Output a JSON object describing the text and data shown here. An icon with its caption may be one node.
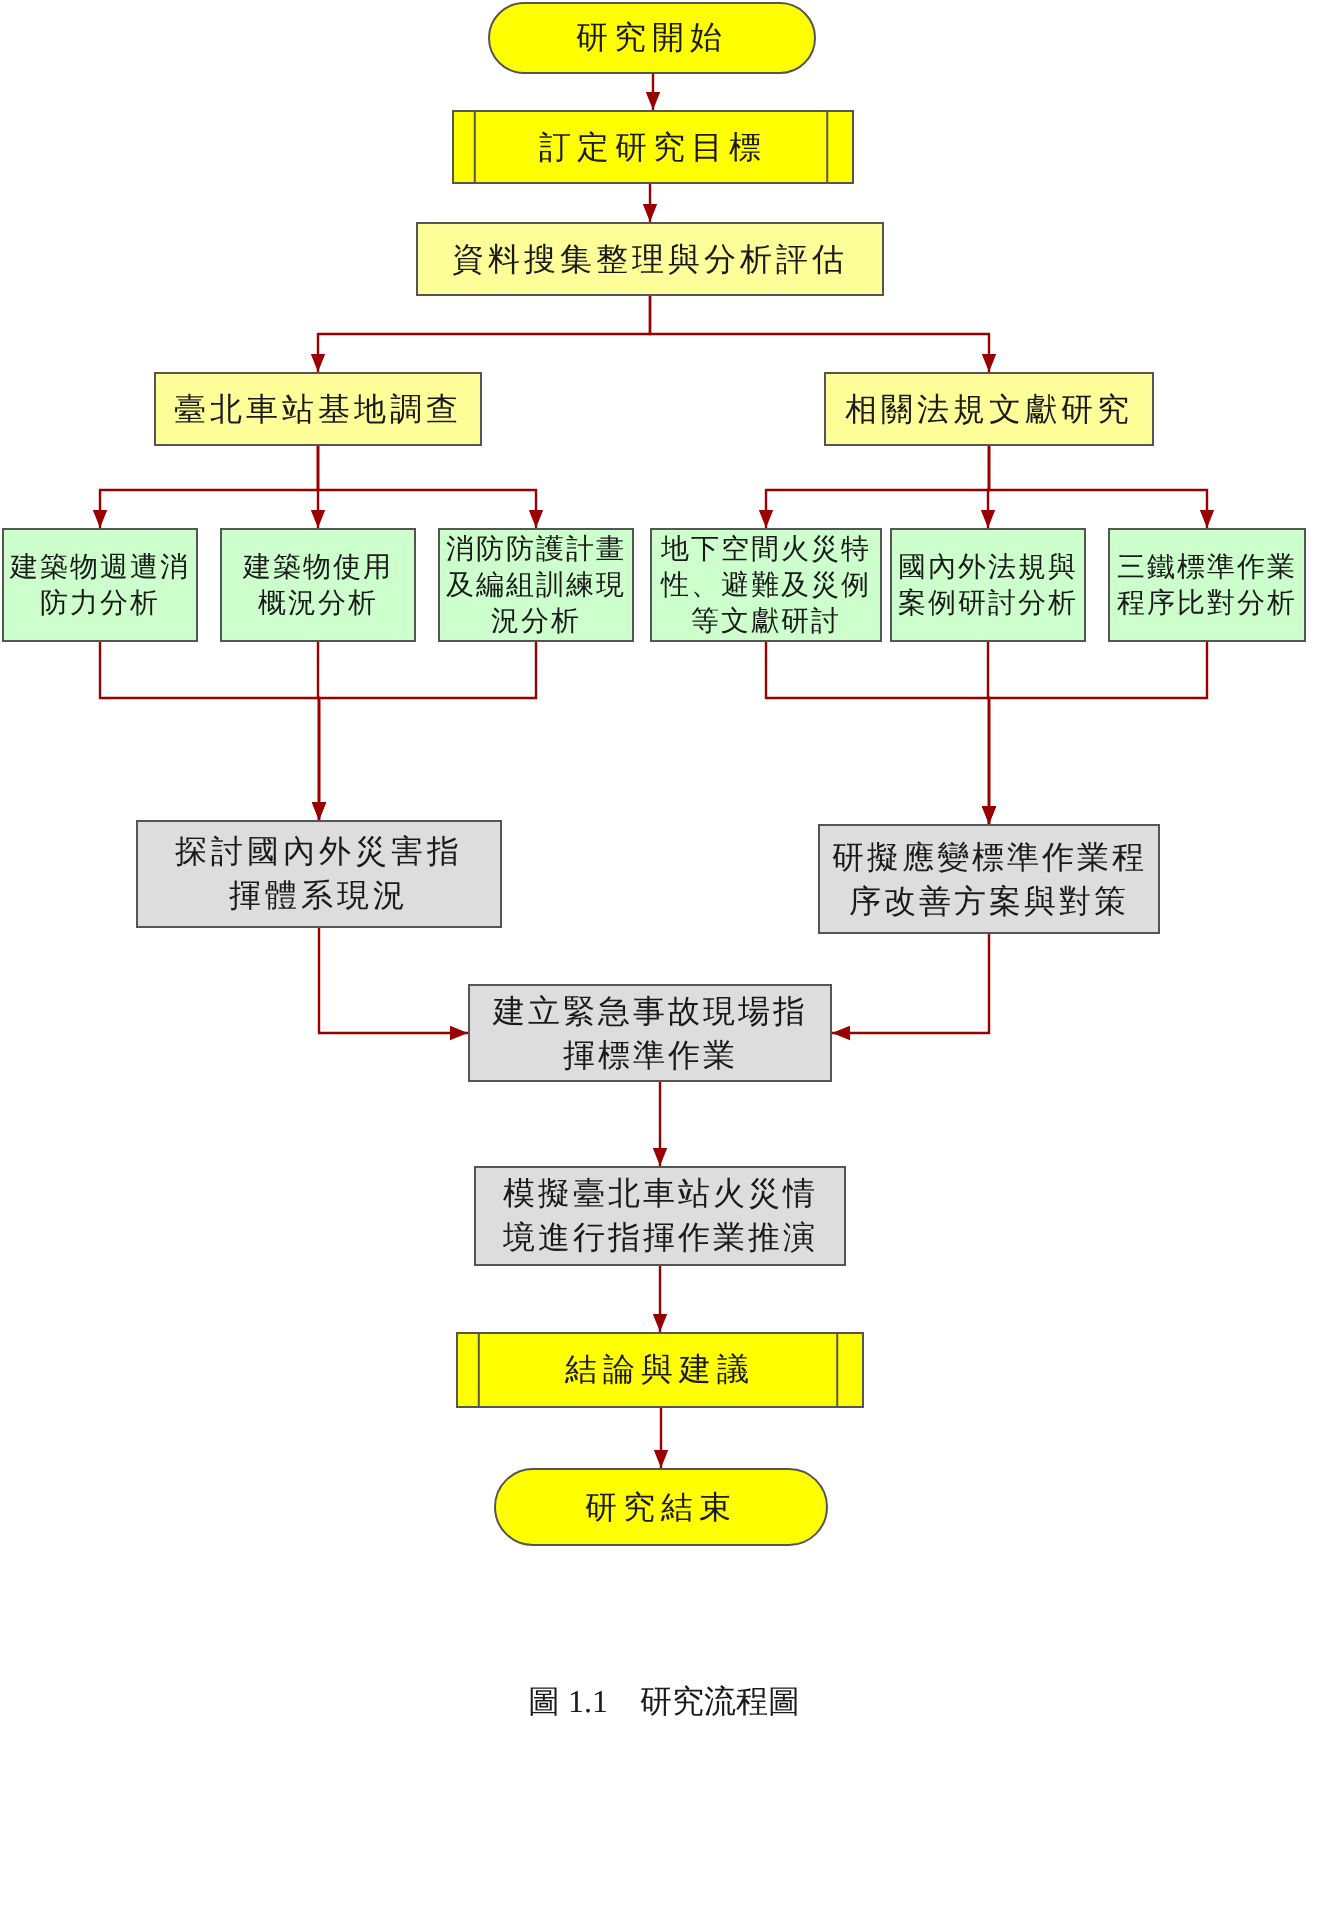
{
  "diagram": {
    "caption": "圖 1.1　研究流程圖",
    "nodes": [
      {
        "text": [
          "研究開始"
        ]
      },
      {
        "text": [
          "訂定研究目標"
        ]
      },
      {
        "text": [
          "資料搜集整理與分析評估"
        ]
      },
      {
        "text": [
          "臺北車站基地調查"
        ]
      },
      {
        "text": [
          "相關法規文獻研究"
        ]
      },
      {
        "text": [
          "建築物週遭消防力分析"
        ]
      },
      {
        "text": [
          "建築物使用概況分析"
        ]
      },
      {
        "text": [
          "消防防護計畫及編組訓練現況分析"
        ]
      },
      {
        "text": [
          "地下空間火災特性、避難及災例等文獻研討"
        ]
      },
      {
        "text": [
          "國內外法規與案例研討分析"
        ]
      },
      {
        "text": [
          "三鐵標準作業程序比對分析"
        ]
      },
      {
        "text": [
          "探討國內外災害指揮體系現況"
        ]
      },
      {
        "text": [
          "研擬應變標準作業程序改善方案與對策"
        ]
      },
      {
        "text": [
          "建立緊急事故現場指揮標準作業"
        ]
      },
      {
        "text": [
          "模擬臺北車站火災情境進行指揮作業推演"
        ]
      },
      {
        "text": [
          "結論與建議"
        ]
      },
      {
        "text": [
          "研究結束"
        ]
      }
    ],
    "edges": [
      {
        "from": 0,
        "to": 1,
        "arrow": "to"
      },
      {
        "from": 1,
        "to": 2,
        "arrow": "to"
      },
      {
        "from": 2,
        "to": 3,
        "arrow": "to"
      },
      {
        "from": 2,
        "to": 4,
        "arrow": "to"
      },
      {
        "from": 3,
        "to": 5,
        "arrow": "to"
      },
      {
        "from": 3,
        "to": 6,
        "arrow": "to"
      },
      {
        "from": 3,
        "to": 7,
        "arrow": "to"
      },
      {
        "from": 4,
        "to": 8,
        "arrow": "to"
      },
      {
        "from": 4,
        "to": 9,
        "arrow": "to"
      },
      {
        "from": 4,
        "to": 10,
        "arrow": "to"
      },
      {
        "from": 5,
        "to": 11,
        "arrow": "to"
      },
      {
        "from": 6,
        "to": 11,
        "arrow": "to"
      },
      {
        "from": 7,
        "to": 11,
        "arrow": "to"
      },
      {
        "from": 8,
        "to": 12,
        "arrow": "to"
      },
      {
        "from": 9,
        "to": 12,
        "arrow": "to"
      },
      {
        "from": 10,
        "to": 12,
        "arrow": "to"
      },
      {
        "from": 11,
        "to": 13,
        "arrow": "to"
      },
      {
        "from": 12,
        "to": 13,
        "arrow": "to"
      },
      {
        "from": 13,
        "to": 14,
        "arrow": "to"
      },
      {
        "from": 14,
        "to": 15,
        "arrow": "to"
      },
      {
        "from": 15,
        "to": 16,
        "arrow": "to"
      }
    ]
  }
}
